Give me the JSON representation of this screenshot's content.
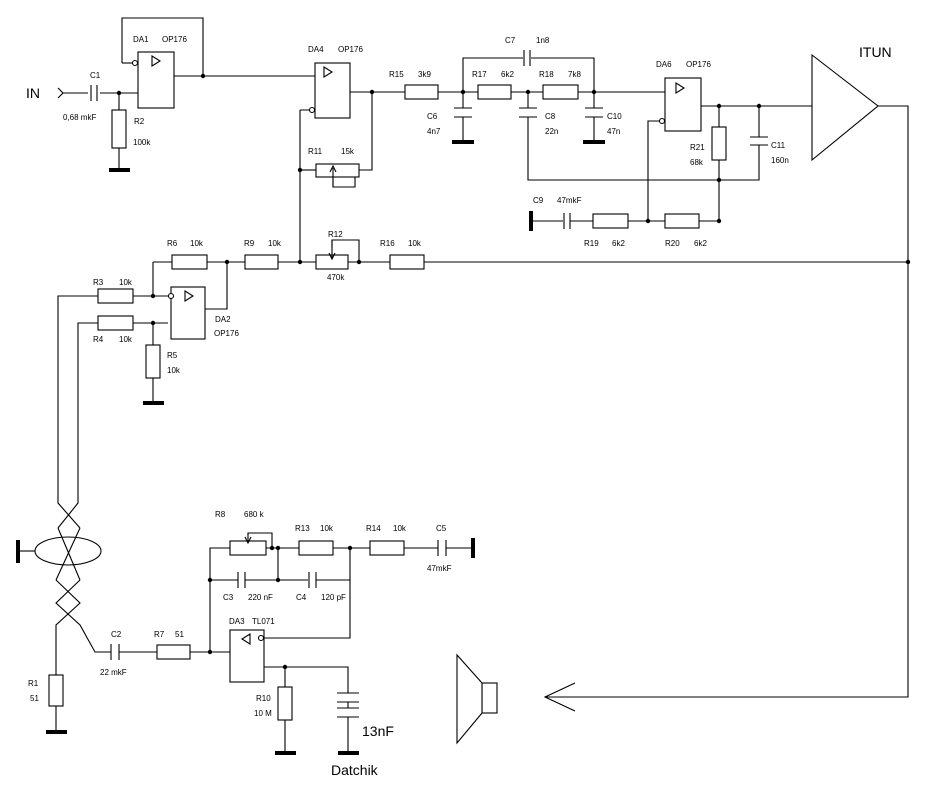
{
  "diagram": {
    "labels": {
      "in": "IN",
      "itun": "ITUN",
      "datchik": "Datchik",
      "sensor_cap": "13nF"
    },
    "opamps": {
      "da1": {
        "name": "DA1",
        "type": "OP176"
      },
      "da4": {
        "name": "DA4",
        "type": "OP176"
      },
      "da6": {
        "name": "DA6",
        "type": "OP176"
      },
      "da2": {
        "name": "DA2",
        "type": "OP176"
      },
      "da3": {
        "name": "DA3",
        "type": "TL071"
      }
    },
    "resistors": {
      "r1": {
        "name": "R1",
        "value": "51"
      },
      "r2": {
        "name": "R2",
        "value": "100k"
      },
      "r3": {
        "name": "R3",
        "value": "10k"
      },
      "r4": {
        "name": "R4",
        "value": "10k"
      },
      "r5": {
        "name": "R5",
        "value": "10k"
      },
      "r6": {
        "name": "R6",
        "value": "10k"
      },
      "r7": {
        "name": "R7",
        "value": "51"
      },
      "r8": {
        "name": "R8",
        "value": "680 k"
      },
      "r9": {
        "name": "R9",
        "value": "10k"
      },
      "r10": {
        "name": "R10",
        "value": "10 M"
      },
      "r11": {
        "name": "R11",
        "value": "15k"
      },
      "r12": {
        "name": "R12",
        "value": "470k"
      },
      "r13": {
        "name": "R13",
        "value": "10k"
      },
      "r14": {
        "name": "R14",
        "value": "10k"
      },
      "r15": {
        "name": "R15",
        "value": "3k9"
      },
      "r16": {
        "name": "R16",
        "value": "10k"
      },
      "r17": {
        "name": "R17",
        "value": "6k2"
      },
      "r18": {
        "name": "R18",
        "value": "7k8"
      },
      "r19": {
        "name": "R19",
        "value": "6k2"
      },
      "r20": {
        "name": "R20",
        "value": "6k2"
      },
      "r21": {
        "name": "R21",
        "value": "68k"
      }
    },
    "capacitors": {
      "c1": {
        "name": "C1",
        "value": "0,68 mkF"
      },
      "c2": {
        "name": "C2",
        "value": "22 mkF"
      },
      "c3": {
        "name": "C3",
        "value": "220 nF"
      },
      "c4": {
        "name": "C4",
        "value": "120 pF"
      },
      "c5": {
        "name": "C5",
        "value": "47mkF"
      },
      "c6": {
        "name": "C6",
        "value": "4n7"
      },
      "c7": {
        "name": "C7",
        "value": "1n8"
      },
      "c8": {
        "name": "C8",
        "value": "22n"
      },
      "c9": {
        "name": "C9",
        "value": "47mkF"
      },
      "c10": {
        "name": "C10",
        "value": "47n"
      },
      "c11": {
        "name": "C11",
        "value": "160n"
      }
    }
  }
}
